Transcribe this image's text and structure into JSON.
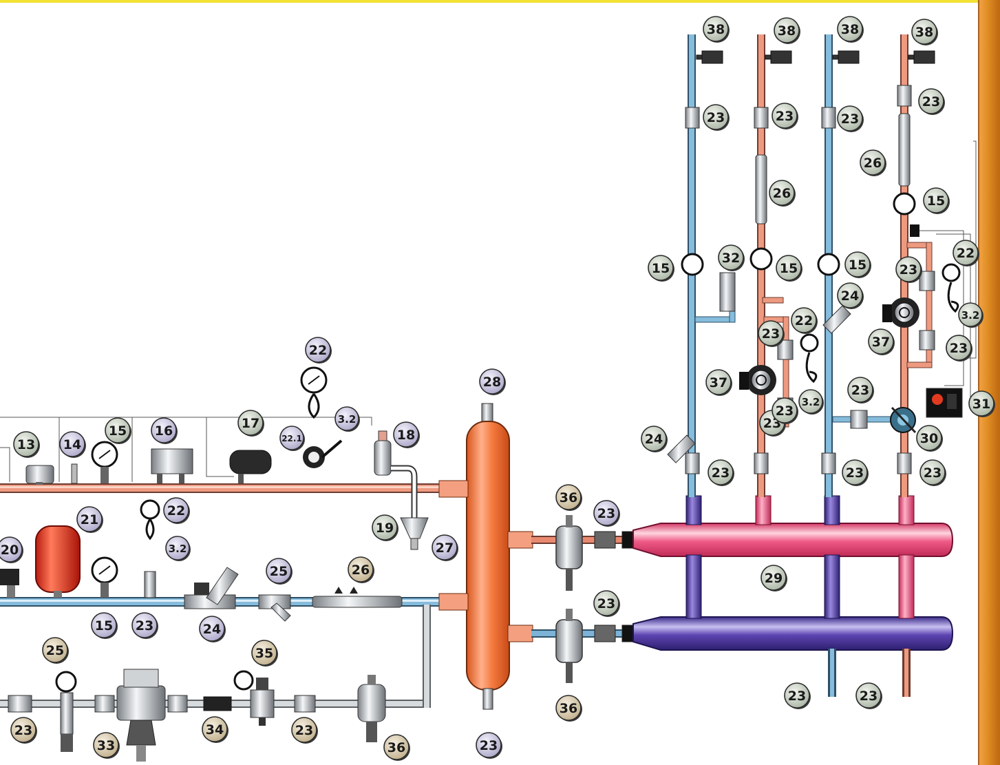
{
  "colors": {
    "supply_pipe": "#e98a70",
    "return_pipe": "#7cb3d6",
    "cold_pipe": "#c8cdd0",
    "separator": "#f07a3a",
    "manifold_supply": "#e8507a",
    "manifold_return": "#5a3fa8",
    "wall": "#e08d24",
    "top_band": "#f2e233",
    "badge_grey": "#c2cbbd",
    "badge_lavender": "#c6c3dc",
    "badge_tan": "#d7c8ad"
  },
  "labels": {
    "b13": "13",
    "b14": "14",
    "b15a": "15",
    "b16": "16",
    "b17": "17",
    "b22a": "22",
    "b32a": "3.2",
    "b221": "22.1",
    "b18": "18",
    "b28": "28",
    "b19": "19",
    "b27": "27",
    "b21": "21",
    "b20": "20",
    "b22b": "22",
    "b32b": "3.2",
    "b15b": "15",
    "b23a": "23",
    "b24a": "24",
    "b25a": "25",
    "b26a": "26",
    "b25b": "25",
    "b33": "33",
    "b34": "34",
    "b35": "35",
    "b23b": "23",
    "b23c": "23",
    "b36a": "36",
    "b23d": "23",
    "b36b": "36",
    "b23e": "23",
    "b36c": "36",
    "b23f": "23",
    "b29": "29",
    "b23g": "23",
    "b23h": "23",
    "b38a": "38",
    "b38b": "38",
    "b38c": "38",
    "b38d": "38",
    "b23i": "23",
    "b23j": "23",
    "b23k": "23",
    "b23l": "23",
    "b26b": "26",
    "b26c": "26",
    "b15c": "15",
    "b32": "32",
    "b15d": "15",
    "b15e": "15",
    "b15f": "15",
    "b22c": "22",
    "b22d": "22",
    "b23m": "23",
    "b23n": "23",
    "b24b": "24",
    "b24c": "24",
    "b37a": "37",
    "b37b": "37",
    "b32c": "3.2",
    "b32d": "3.2",
    "b23o": "23",
    "b23p": "23",
    "b23q": "23",
    "b23r": "23",
    "b23s": "23",
    "b23t": "23",
    "b23u": "23",
    "b23v": "23",
    "b30": "30",
    "b31": "31"
  }
}
